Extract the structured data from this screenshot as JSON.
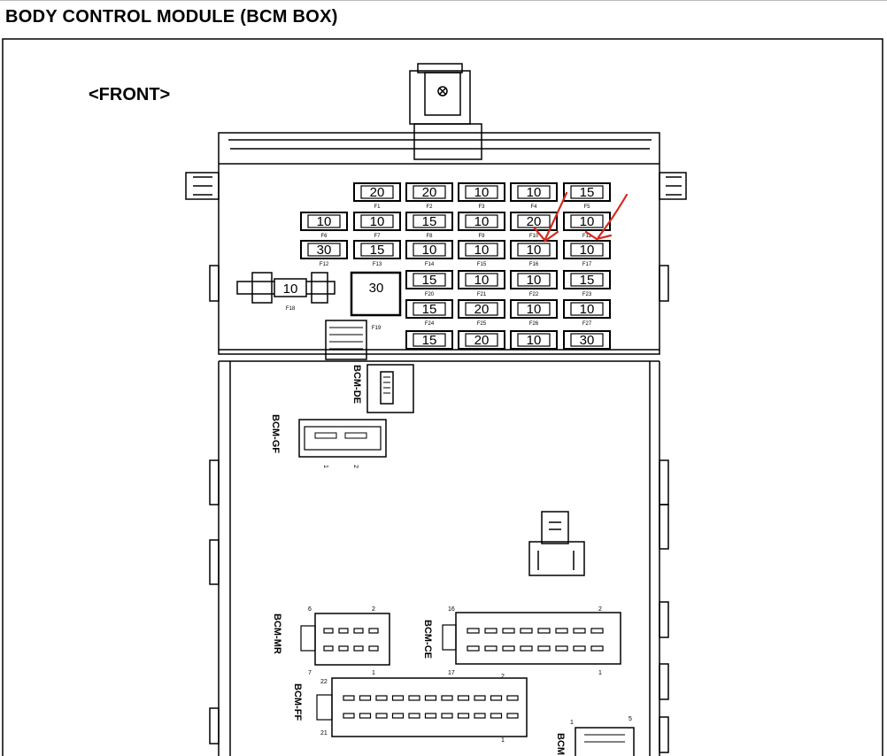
{
  "title": "BODY CONTROL MODULE (BCM BOX)",
  "front_label": "<FRONT>",
  "accent_color": "#d42a1e",
  "fuse_rows": [
    [
      {
        "id": "F1",
        "value": "20"
      },
      {
        "id": "F2",
        "value": "20"
      },
      {
        "id": "F3",
        "value": "10"
      },
      {
        "id": "F4",
        "value": "10"
      },
      {
        "id": "F5",
        "value": "15"
      }
    ],
    [
      {
        "id": "F6",
        "value": "10"
      },
      {
        "id": "F7",
        "value": "10"
      },
      {
        "id": "F8",
        "value": "15"
      },
      {
        "id": "F9",
        "value": "10"
      },
      {
        "id": "F10",
        "value": "20"
      },
      {
        "id": "F11",
        "value": "10"
      }
    ],
    [
      {
        "id": "F12",
        "value": "30"
      },
      {
        "id": "F13",
        "value": "15"
      },
      {
        "id": "F14",
        "value": "10"
      },
      {
        "id": "F15",
        "value": "10"
      },
      {
        "id": "F16",
        "value": "10"
      },
      {
        "id": "F17",
        "value": "10"
      }
    ],
    [
      {
        "id": "F20",
        "value": "15"
      },
      {
        "id": "F21",
        "value": "10"
      },
      {
        "id": "F22",
        "value": "10"
      },
      {
        "id": "F23",
        "value": "15"
      }
    ],
    [
      {
        "id": "F24",
        "value": "15"
      },
      {
        "id": "F25",
        "value": "20"
      },
      {
        "id": "F26",
        "value": "10"
      },
      {
        "id": "F27",
        "value": "10"
      }
    ],
    [
      {
        "value": "15"
      },
      {
        "value": "20"
      },
      {
        "value": "10"
      },
      {
        "value": "30"
      }
    ]
  ],
  "fuse_f18": {
    "id": "F18",
    "value": "10"
  },
  "fuse_f19": {
    "id": "F19",
    "value": "30"
  },
  "connectors": {
    "de": {
      "label": "BCM-DE"
    },
    "gf": {
      "label": "BCM-GF",
      "pins": [
        "1",
        "2"
      ]
    },
    "mr": {
      "label": "BCM-MR",
      "pins": [
        "6",
        "2",
        "7",
        "1"
      ]
    },
    "ce": {
      "label": "BCM-CE",
      "pins": [
        "16",
        "2",
        "17",
        "1"
      ]
    },
    "ff": {
      "label": "BCM-FF",
      "pins": [
        "22",
        "2",
        "21",
        "1"
      ]
    },
    "bottom": {
      "label": "BCM",
      "pins": [
        "1",
        "5"
      ]
    }
  },
  "annotations": [
    {
      "marks_fuse": "F16",
      "shape": "red-arrow"
    },
    {
      "marks_fuse": "F17",
      "shape": "red-arrow"
    }
  ]
}
